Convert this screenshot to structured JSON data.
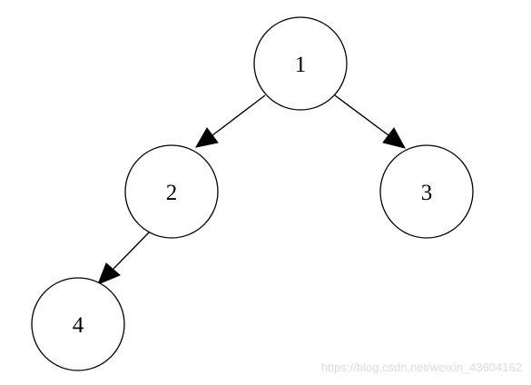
{
  "diagram": {
    "type": "binary-tree",
    "nodes": [
      {
        "id": "n1",
        "label": "1"
      },
      {
        "id": "n2",
        "label": "2"
      },
      {
        "id": "n3",
        "label": "3"
      },
      {
        "id": "n4",
        "label": "4"
      }
    ],
    "edges": [
      {
        "from": "n1",
        "to": "n2"
      },
      {
        "from": "n1",
        "to": "n3"
      },
      {
        "from": "n2",
        "to": "n4"
      }
    ]
  },
  "watermark": {
    "text": "https://blog.csdn.net/weixin_43604162"
  }
}
